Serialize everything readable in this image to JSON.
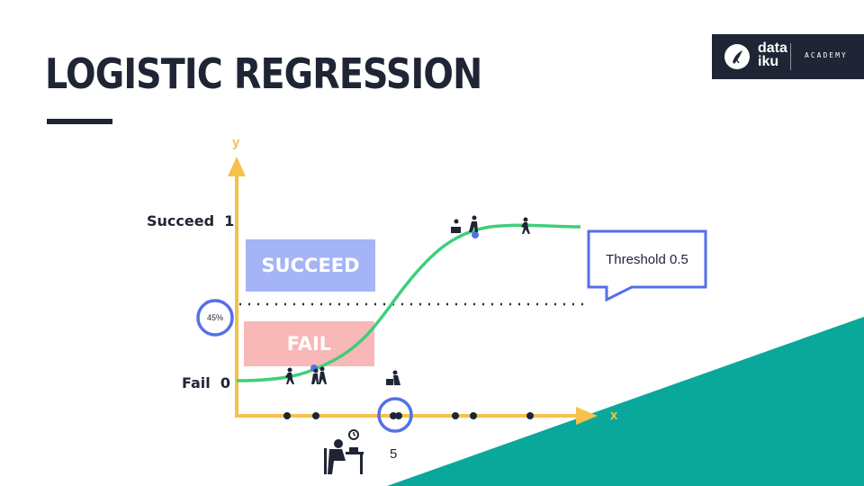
{
  "slide": {
    "title": "LOGISTIC REGRESSION"
  },
  "logo": {
    "word_line1": "data",
    "word_line2": "iku",
    "academy": "ACADEMY"
  },
  "diagram": {
    "y_axis_label": "y",
    "x_axis_label": "x",
    "succeed_label": "Succeed  1",
    "fail_label": "Fail  0",
    "succeed_box": "SUCCEED",
    "fail_box": "FAIL",
    "threshold_callout": "Threshold 0.5",
    "highlight_y_value": "45%",
    "highlight_x_value": "5"
  },
  "colors": {
    "title": "#1f2535",
    "axis": "#f6c14b",
    "curve": "#3ecf7a",
    "succeed_box": "#a4b4f6",
    "fail_box": "#f8b8b8",
    "highlight_circle": "#5470e8",
    "teal": "#0aa89b"
  },
  "icons": [
    "person-walking-icon",
    "people-dancing-icon",
    "person-at-desk-icon",
    "alarm-clock-icon"
  ]
}
